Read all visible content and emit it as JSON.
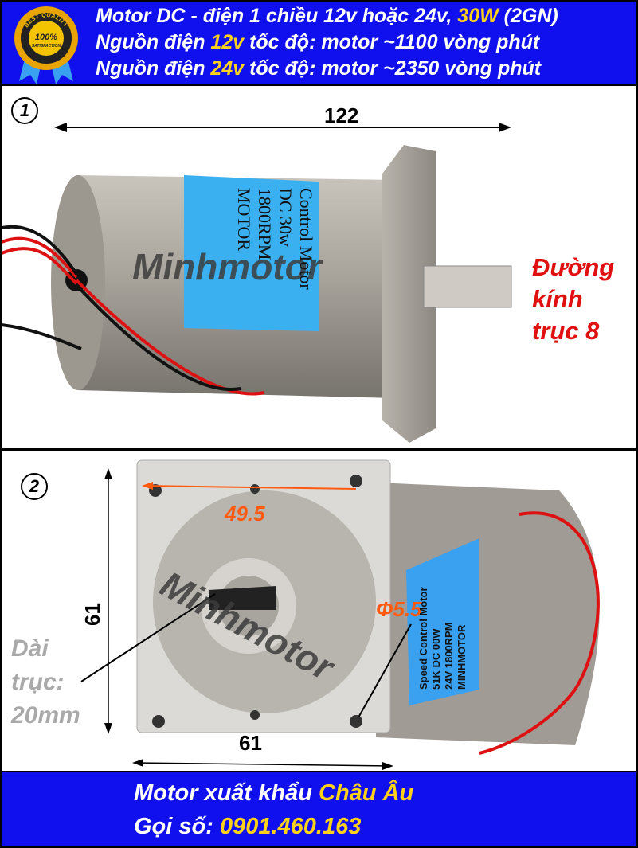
{
  "header": {
    "badge": {
      "text": "100%",
      "sub": "SATISFACTION",
      "ring": "BEST QUALITY"
    },
    "line1": {
      "pre": "Motor DC  - điện 1 chiều 12v hoặc 24v, ",
      "hl": "30W",
      "post": " (2GN)"
    },
    "line2": {
      "pre": "Nguồn điện ",
      "hl": "12v",
      "post": " tốc độ: motor ~1100 vòng phút"
    },
    "line3": {
      "pre": "Nguồn điện ",
      "hl": "24v",
      "post": " tốc độ: motor ~2350 vòng phút"
    }
  },
  "photo1": {
    "number": "1",
    "length_dim": "122",
    "watermark": "Minhmotor",
    "shaft_note": [
      "Đường",
      "kính",
      "trục 8"
    ],
    "motor_label": [
      "Control Motor",
      "DC 30w",
      "1800RPM",
      "MOTOR"
    ]
  },
  "photo2": {
    "number": "2",
    "hole_spacing": "49.5",
    "height_dim": "61",
    "width_dim": "61",
    "hole_diameter": "Φ5.5",
    "watermark": "Minhmotor",
    "shaft_length": [
      "Dài",
      "trục:",
      "20mm"
    ],
    "motor_label": [
      "Speed Control Motor",
      "51K DC 00W",
      "24V 1800RPM",
      "MINHMOTOR"
    ]
  },
  "footer": {
    "line1": {
      "pre": "Motor xuất khẩu ",
      "hl": "Châu Âu"
    },
    "line2": {
      "pre": "Gọi số: ",
      "hl": "0901.460.163"
    }
  },
  "colors": {
    "banner": "#1010ee",
    "highlight": "#ffd21a",
    "red_note": "#e01010",
    "orange_dim": "#ff5a10"
  }
}
